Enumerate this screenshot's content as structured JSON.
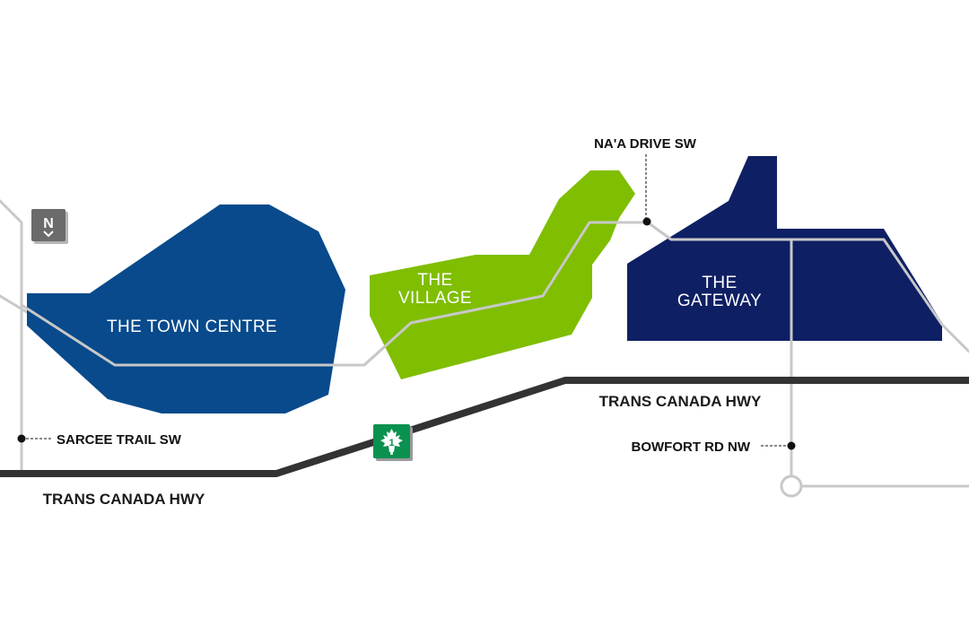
{
  "colors": {
    "town_centre": "#084a8c",
    "village": "#7fbe00",
    "gateway": "#0e1f63",
    "highway": "#333333",
    "light_road": "#c8c8c8",
    "route_badge": "#0a9150",
    "north_badge": "#6b6b6b"
  },
  "districts": {
    "town_centre": "THE TOWN CENTRE",
    "village_line1": "THE",
    "village_line2": "VILLAGE",
    "gateway_line1": "THE",
    "gateway_line2": "GATEWAY"
  },
  "roads": {
    "naa_drive": "NA'A DRIVE SW",
    "sarcee_trail": "SARCEE TRAIL SW",
    "bowfort_rd": "BOWFORT RD NW",
    "trans_canada_right": "TRANS CANADA HWY",
    "trans_canada_left": "TRANS CANADA HWY"
  },
  "badges": {
    "north": "N",
    "north_icon": "chevron-down-icon",
    "route_number": "1",
    "route_icon": "maple-leaf-icon"
  }
}
